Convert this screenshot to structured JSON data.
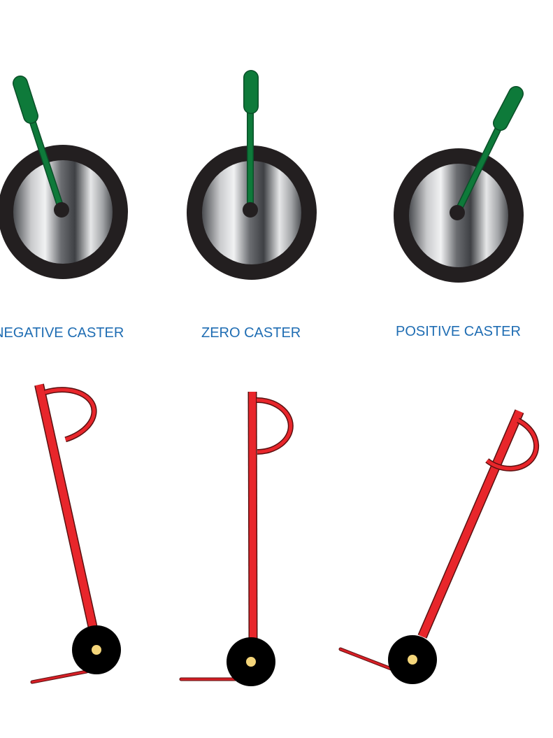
{
  "labels": {
    "negative": "NEGATIVE CASTER",
    "zero": "ZERO CASTER",
    "positive": "POSITIVE CASTER"
  },
  "colors": {
    "label": "#1f6db3",
    "tire": "#231f20",
    "hub_light": "#e8e9ea",
    "hub_dark": "#505256",
    "steering_arm": "#0e7a3a",
    "steering_arm_outline": "#0a4f28",
    "kingpin": "#e8262b",
    "kingpin_outline": "#5a1010",
    "axle_center": "#f4d57a",
    "ground_line": "#d81f26"
  },
  "icons": {
    "tire": "wheel-front-view",
    "steering_arm": "steering-arm",
    "kingpin": "kingpin-side-view"
  }
}
